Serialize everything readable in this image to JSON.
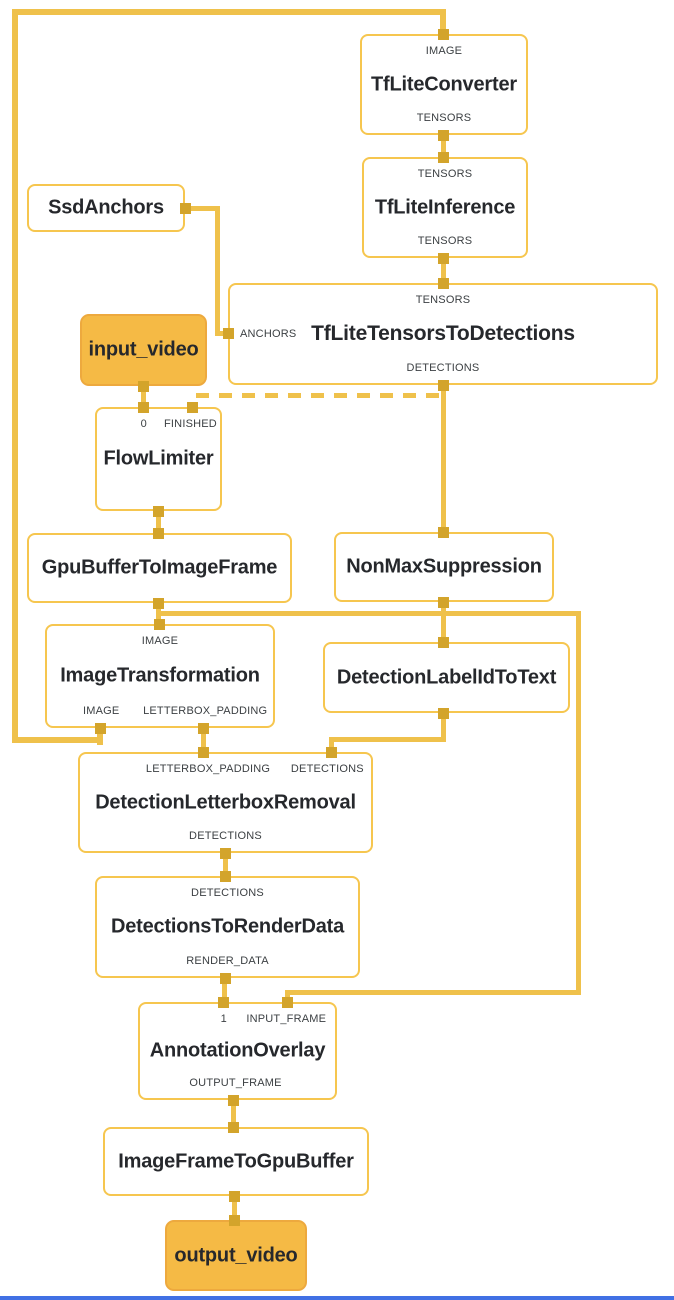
{
  "diagram": {
    "kind": "mediapipe-object-detection-graph",
    "colors": {
      "edge": "#EFC14B",
      "node_border": "#F6C64F",
      "port": "#D3A42B",
      "node_fill": "#FFFFFF",
      "packet_fill": "#F5BA45",
      "packet_border": "#EDA93E",
      "text": "#26282C",
      "port_label_text": "#3C4043",
      "bottom_bar": "#4170E4"
    },
    "nodes": {
      "tflite_converter": {
        "title": "TfLiteConverter",
        "in": "IMAGE",
        "out": "TENSORS"
      },
      "tflite_inference": {
        "title": "TfLiteInference",
        "in": "TENSORS",
        "out": "TENSORS"
      },
      "ssd_anchors": {
        "title": "SsdAnchors"
      },
      "tflite_tensors_to_detections": {
        "title": "TfLiteTensorsToDetections",
        "in": "TENSORS",
        "side": "ANCHORS",
        "out": "DETECTIONS"
      },
      "input_video": {
        "title": "input_video"
      },
      "flow_limiter": {
        "title": "FlowLimiter",
        "in0": "0",
        "in1": "FINISHED"
      },
      "gpu_buffer_to_image_frame": {
        "title": "GpuBufferToImageFrame"
      },
      "non_max_suppression": {
        "title": "NonMaxSuppression"
      },
      "image_transformation": {
        "title": "ImageTransformation",
        "in": "IMAGE",
        "out0": "IMAGE",
        "out1": "LETTERBOX_PADDING"
      },
      "detection_label_id_to_text": {
        "title": "DetectionLabelIdToText"
      },
      "detection_letterbox_removal": {
        "title": "DetectionLetterboxRemoval",
        "in0": "LETTERBOX_PADDING",
        "in1": "DETECTIONS",
        "out": "DETECTIONS"
      },
      "detections_to_render_data": {
        "title": "DetectionsToRenderData",
        "in": "DETECTIONS",
        "out": "RENDER_DATA"
      },
      "annotation_overlay": {
        "title": "AnnotationOverlay",
        "in0": "1",
        "in1": "INPUT_FRAME",
        "out": "OUTPUT_FRAME"
      },
      "image_frame_to_gpu_buffer": {
        "title": "ImageFrameToGpuBuffer"
      },
      "output_video": {
        "title": "output_video"
      }
    },
    "edges": [
      {
        "from": "ImageTransformation:IMAGE",
        "to": "TfLiteConverter:IMAGE",
        "style": "solid"
      },
      {
        "from": "TfLiteConverter:TENSORS",
        "to": "TfLiteInference:TENSORS",
        "style": "solid"
      },
      {
        "from": "TfLiteInference:TENSORS",
        "to": "TfLiteTensorsToDetections:TENSORS",
        "style": "solid"
      },
      {
        "from": "SsdAnchors",
        "to": "TfLiteTensorsToDetections:ANCHORS",
        "style": "solid"
      },
      {
        "from": "input_video",
        "to": "FlowLimiter:0",
        "style": "solid"
      },
      {
        "from": "TfLiteTensorsToDetections:DETECTIONS",
        "to": "FlowLimiter:FINISHED",
        "style": "dashed"
      },
      {
        "from": "TfLiteTensorsToDetections:DETECTIONS",
        "to": "NonMaxSuppression",
        "style": "solid"
      },
      {
        "from": "FlowLimiter",
        "to": "GpuBufferToImageFrame",
        "style": "solid"
      },
      {
        "from": "GpuBufferToImageFrame",
        "to": "ImageTransformation:IMAGE",
        "style": "solid"
      },
      {
        "from": "GpuBufferToImageFrame",
        "to": "AnnotationOverlay:INPUT_FRAME",
        "style": "solid"
      },
      {
        "from": "NonMaxSuppression",
        "to": "DetectionLabelIdToText",
        "style": "solid"
      },
      {
        "from": "ImageTransformation:LETTERBOX_PADDING",
        "to": "DetectionLetterboxRemoval:LETTERBOX_PADDING",
        "style": "solid"
      },
      {
        "from": "DetectionLabelIdToText",
        "to": "DetectionLetterboxRemoval:DETECTIONS",
        "style": "solid"
      },
      {
        "from": "DetectionLetterboxRemoval:DETECTIONS",
        "to": "DetectionsToRenderData:DETECTIONS",
        "style": "solid"
      },
      {
        "from": "DetectionsToRenderData:RENDER_DATA",
        "to": "AnnotationOverlay:1",
        "style": "solid"
      },
      {
        "from": "AnnotationOverlay:OUTPUT_FRAME",
        "to": "ImageFrameToGpuBuffer",
        "style": "solid"
      },
      {
        "from": "ImageFrameToGpuBuffer",
        "to": "output_video",
        "style": "solid"
      }
    ]
  }
}
